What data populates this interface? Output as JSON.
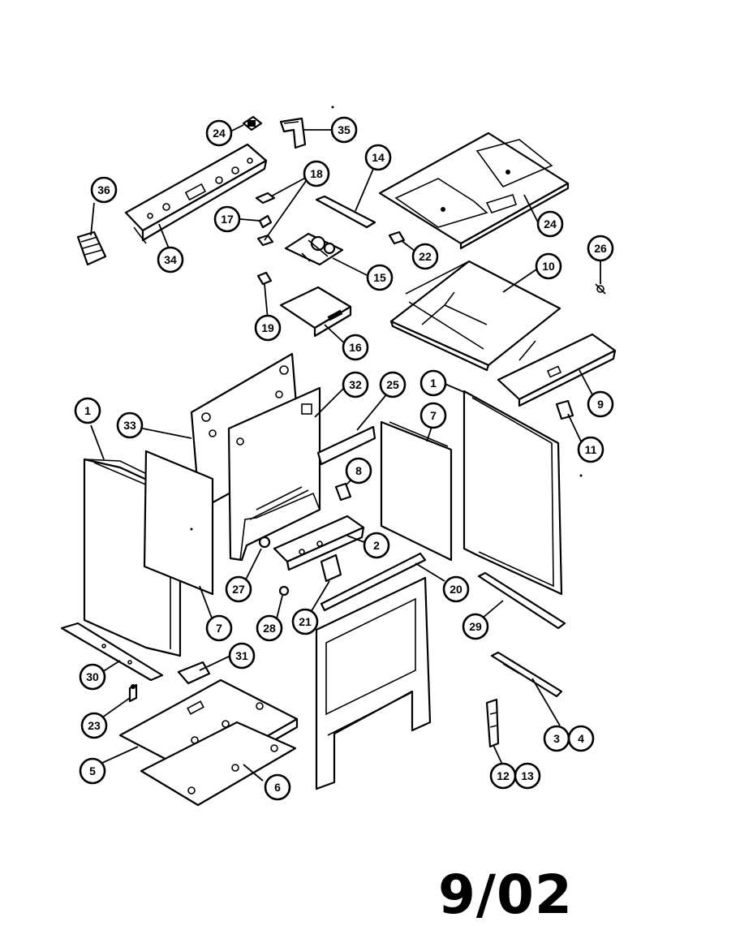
{
  "callouts": [
    {
      "id": "c24a",
      "label": "24"
    },
    {
      "id": "c35",
      "label": "35"
    },
    {
      "id": "c14",
      "label": "14"
    },
    {
      "id": "c18",
      "label": "18"
    },
    {
      "id": "c36",
      "label": "36"
    },
    {
      "id": "c17",
      "label": "17"
    },
    {
      "id": "c34",
      "label": "34"
    },
    {
      "id": "c22",
      "label": "22"
    },
    {
      "id": "c15",
      "label": "15"
    },
    {
      "id": "c24b",
      "label": "24"
    },
    {
      "id": "c26",
      "label": "26"
    },
    {
      "id": "c10",
      "label": "10"
    },
    {
      "id": "c19",
      "label": "19"
    },
    {
      "id": "c16",
      "label": "16"
    },
    {
      "id": "c1a",
      "label": "1"
    },
    {
      "id": "c33",
      "label": "33"
    },
    {
      "id": "c32",
      "label": "32"
    },
    {
      "id": "c25",
      "label": "25"
    },
    {
      "id": "c1b",
      "label": "1"
    },
    {
      "id": "c9",
      "label": "9"
    },
    {
      "id": "c7a",
      "label": "7"
    },
    {
      "id": "c11",
      "label": "11"
    },
    {
      "id": "c8",
      "label": "8"
    },
    {
      "id": "c2",
      "label": "2"
    },
    {
      "id": "c27",
      "label": "27"
    },
    {
      "id": "c20",
      "label": "20"
    },
    {
      "id": "c21",
      "label": "21"
    },
    {
      "id": "c7b",
      "label": "7"
    },
    {
      "id": "c28",
      "label": "28"
    },
    {
      "id": "c29",
      "label": "29"
    },
    {
      "id": "c31",
      "label": "31"
    },
    {
      "id": "c30",
      "label": "30"
    },
    {
      "id": "c23",
      "label": "23"
    },
    {
      "id": "c3",
      "label": "3"
    },
    {
      "id": "c4",
      "label": "4"
    },
    {
      "id": "c5",
      "label": "5"
    },
    {
      "id": "c6",
      "label": "6"
    },
    {
      "id": "c12",
      "label": "12"
    },
    {
      "id": "c13",
      "label": "13"
    }
  ],
  "date_stamp": "9/02"
}
